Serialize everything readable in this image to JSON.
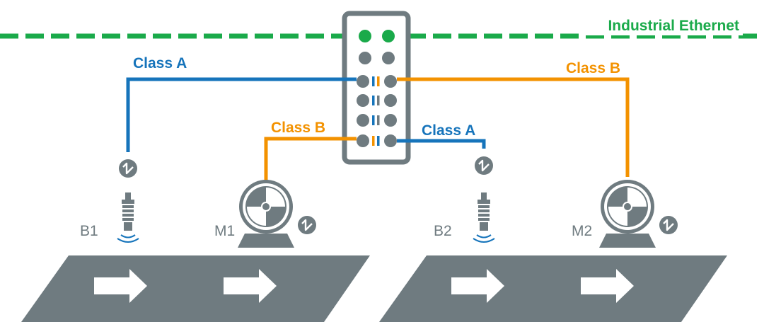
{
  "network": {
    "label": "Industrial Ethernet"
  },
  "links": {
    "class_a_b1": "Class A",
    "class_b_m1": "Class B",
    "class_a_b2": "Class A",
    "class_b_m2": "Class B"
  },
  "devices": {
    "b1": "B1",
    "m1": "M1",
    "b2": "B2",
    "m2": "M2"
  },
  "colors": {
    "ethernet": "#1aaa4a",
    "class_a": "#1674bb",
    "class_b": "#f39200",
    "device_grey": "#6f7b80",
    "port_grey": "#6f7b80",
    "conveyor": "#6f7b80"
  }
}
